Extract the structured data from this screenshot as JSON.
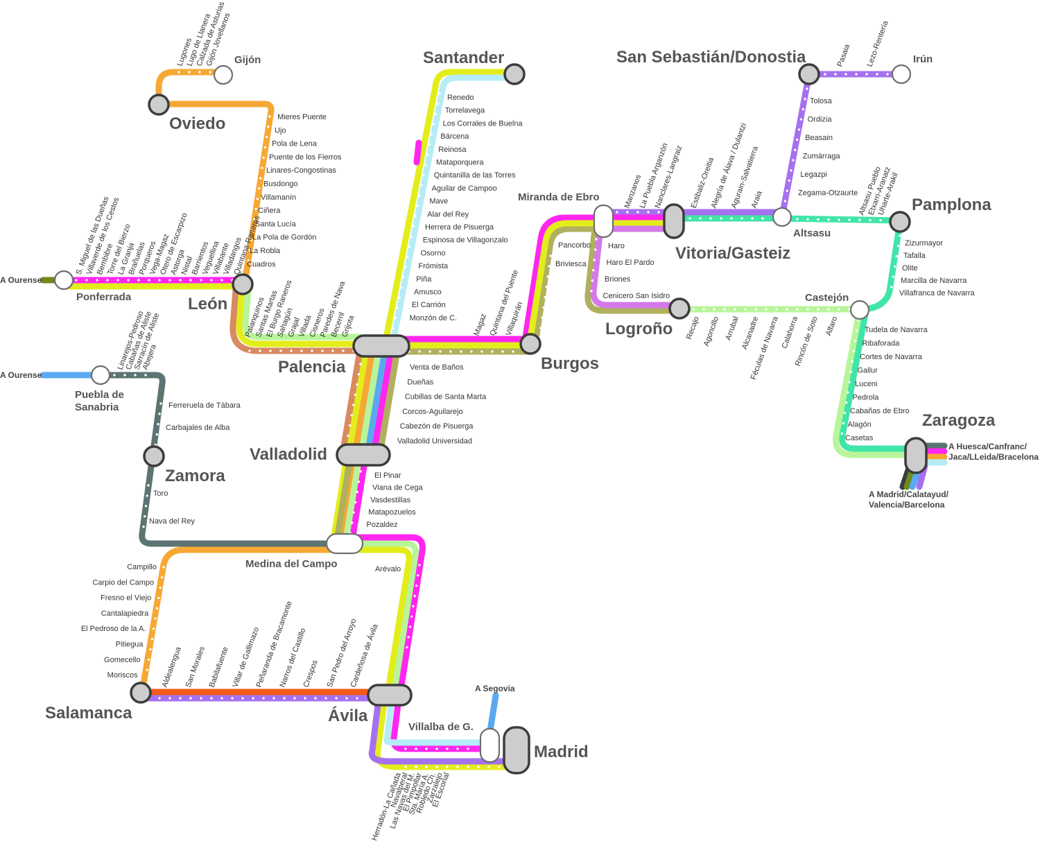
{
  "colors": {
    "orange": "#f6a835",
    "yellow": "#e3ed1c",
    "lightgreen": "#b8f59a",
    "magenta": "#ff26f0",
    "olive": "#b0b05f",
    "lightblue": "#b5ecf8",
    "purple": "#a571f0",
    "teal": "#41e5a8",
    "greygreen": "#5c7472",
    "terracotta": "#d88a60",
    "redorange": "#f25a1a",
    "blue": "#5aa9f0",
    "violet": "#d47ae8",
    "darkgreen": "#6d8a1d"
  },
  "icons": {
    "hub": "hub-station-icon",
    "terminal": "terminal-station-icon"
  },
  "cities": {
    "oviedo": "Oviedo",
    "gijon": "Gijón",
    "leon": "León",
    "ponferrada": "Ponferrada",
    "palencia": "Palencia",
    "santander": "Santander",
    "burgos": "Burgos",
    "miranda": "Miranda de Ebro",
    "vitoria": "Vitoria/Gasteiz",
    "san_sebastian": "San Sebastián/Donostia",
    "irun": "Irún",
    "altsasu": "Altsasu",
    "pamplona": "Pamplona",
    "logrono": "Logroño",
    "castejon": "Castejón",
    "zaragoza": "Zaragoza",
    "valladolid": "Valladolid",
    "zamora": "Zamora",
    "puebla": "Puebla de",
    "puebla2": "Sanabria",
    "medina": "Medina del Campo",
    "salamanca": "Salamanca",
    "avila": "Ávila",
    "villalba": "Villalba de G.",
    "madrid": "Madrid"
  },
  "directions": {
    "ourense1": "A Ourense",
    "ourense2": "A Ourense",
    "segovia": "A Segovia",
    "huesca1": "A Huesca/Canfranc/",
    "huesca2": "Jaca/LLeida/Bracelona",
    "madrid1": "A Madrid/Calatayud/",
    "madrid2": "Valencia/Barcelona"
  },
  "stations": {
    "asturias": [
      "Lugones",
      "Lugo de Llanera",
      "Calzada de Asturias",
      "Gijón Jovellanos"
    ],
    "leon_oviedo": [
      "Mieres Puente",
      "Ujo",
      "Pola de Lena",
      "Puente de los Fierros",
      "Linares-Congostinas",
      "Busdongo",
      "Villamanín",
      "Ciñera",
      "Santa Lucía",
      "La Pola de Gordón",
      "La Robla",
      "Cuadros"
    ],
    "ponferrada_leon": [
      "S. Miguel de las Dueñas",
      "Villaverde de los Cestos",
      "Bembibre",
      "Torre del Bierzo",
      "La Granja",
      "Brañuelas",
      "Porqueros",
      "Vega-Magaz",
      "Otero de Escarpizo",
      "Astorga",
      "Nistal",
      "Barrientos",
      "Veguellina",
      "Villabante",
      "Villadangos",
      "Quintana-Raneros"
    ],
    "leon_palencia": [
      "Palanquinos",
      "Santas Martas",
      "El Burgo Raneros",
      "Sahagún",
      "Grajal",
      "Villada",
      "Cisneros",
      "Paredes de Nava",
      "Becerril",
      "Grijota"
    ],
    "santander_palencia": [
      "Renedo",
      "Torrelavega",
      "Los Corrales de Buelna",
      "Bárcena",
      "Reinosa",
      "Mataporquera",
      "Quintanilla de las Torres",
      "Aguilar de Campoo",
      "Mave",
      "Alar del Rey",
      "Herrera de Pisuerga",
      "Espinosa de Villagonzalo",
      "Osorno",
      "Frómista",
      "Piña",
      "Amusco",
      "El Carrión",
      "Monzón de C."
    ],
    "palencia_burgos": [
      "Magaz",
      "Quintana del Puente",
      "Villaquirán"
    ],
    "palencia_valladolid": [
      "Venta de Baños",
      "Dueñas",
      "Cubillas de Santa Marta",
      "Corcos-Aguilarejo",
      "Cabezón de Pisuerga",
      "Valladolid Universidad"
    ],
    "valladolid_medina": [
      "El Pinar",
      "Viana de Cega",
      "Vasdestillas",
      "Matapozuelos",
      "Pozaldez"
    ],
    "burgos_miranda": [
      "Pancorbo",
      "Briviesca"
    ],
    "miranda_logrono": [
      "Haro",
      "Haro El Pardo",
      "Briones",
      "Cenicero San Isidro"
    ],
    "miranda_vitoria": [
      "Manzanos",
      "La Puebla Arganzón",
      "Nanclares-Langraiz"
    ],
    "vitoria_altsasu": [
      "Estibaliz-Oreitia",
      "Alegría de Álava / Dulantzi",
      "Agurain-Salvatierra",
      "Araia"
    ],
    "donostia_altsasu": [
      "Tolosa",
      "Ordizia",
      "Beasain",
      "Zumárraga",
      "Legazpi",
      "Zegama-Otzaurte"
    ],
    "donostia_irun": [
      "Pasaia",
      "Lezo-Rentería"
    ],
    "altsasu_pamplona": [
      "Altsasu Pueblo",
      "Etxarri-Aranatz",
      "Uharte-Arakil"
    ],
    "pamplona_castejon": [
      "Zizurmayor",
      "Tafalla",
      "Olite",
      "Marcilla de Navarra",
      "Villafranca de Navarra"
    ],
    "logrono_castejon": [
      "Recajo",
      "Agoncillo",
      "Arrubal",
      "Alcanadre",
      "Féculas de Navarra",
      "Calahorra",
      "Rincón de Soto",
      "Alfaro"
    ],
    "castejon_zaragoza": [
      "Tudela de Navarra",
      "Ribaforada",
      "Cortes de Navarra",
      "Gallur",
      "Luceni",
      "Pedrola",
      "Cabañas de Ebro",
      "Alagón",
      "Casetas"
    ],
    "puebla_zamora": [
      "Linarejos-Pedroso",
      "Cabañas de Aliste",
      "Sarracín de Aliste",
      "Abejera"
    ],
    "puebla_zamora_v": [
      "Ferreruela de Tábara",
      "Carbajales de Alba"
    ],
    "zamora_medina": [
      "Toro",
      "Nava del Rey"
    ],
    "medina_salamanca": [
      "Campillo",
      "Carpio del Campo",
      "Fresno el Viejo",
      "Cantalapiedra",
      "El Pedroso de la A.",
      "Pitiegua",
      "Gomecello",
      "Moriscos"
    ],
    "salamanca_avila": [
      "Aldealengua",
      "San Morales",
      "Babilafuente",
      "Villar de Gallimazo",
      "Peñaranda de Bracamonte",
      "Narros del Castillo",
      "Crespos",
      "San Pedro del Arroyo",
      "Cardeñosa de Ávila"
    ],
    "medina_avila": [
      "Arévalo"
    ],
    "avila_madrid": [
      "Herradón-La Cañada",
      "Navalperal",
      "Las Navas del M.",
      "El Pimpollar",
      "Sta. María A.",
      "Robledo Ch.",
      "Zarzalejo",
      "El Escorial"
    ]
  }
}
